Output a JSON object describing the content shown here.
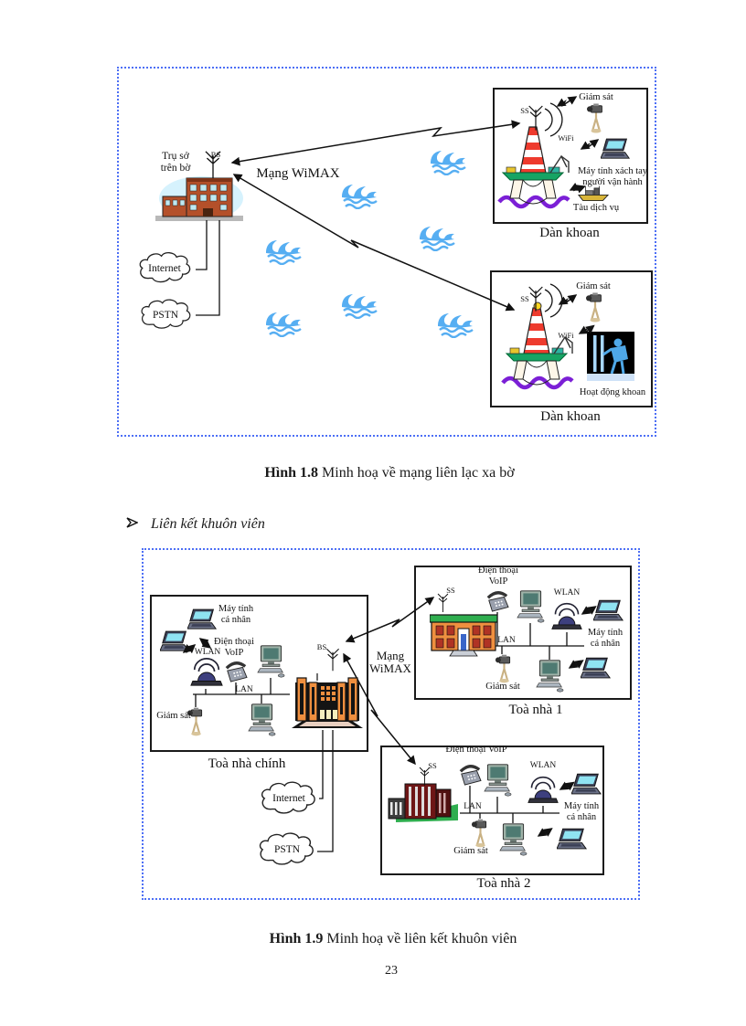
{
  "page_number": "23",
  "figure1": {
    "shore_label_line1": "Trụ sở",
    "shore_label_line2": "trên bờ",
    "bs_label": "BS",
    "network_label": "Mạng WiMAX",
    "internet_label": "Internet",
    "pstn_label": "PSTN",
    "top_rig": {
      "monitor_label": "Giám sát",
      "ss_label": "SS",
      "wifi_label": "WiFi",
      "laptop_label_line1": "Máy tính xách tay",
      "laptop_label_line2": "người vận hành",
      "ship_label": "Tàu dịch vụ",
      "caption": "Dàn khoan"
    },
    "bottom_rig": {
      "monitor_label": "Giám sát",
      "ss_label": "SS",
      "wifi_label": "WiFi",
      "drill_label": "Hoạt động khoan",
      "caption": "Dàn khoan"
    },
    "caption_bold": "Hình 1.8",
    "caption_text": "Minh hoạ về mạng liên lạc xa bờ"
  },
  "section": {
    "bullet_icon": "arrow-right-outline",
    "heading": "Liên kết khuôn viên"
  },
  "figure2": {
    "network_label_line1": "Mạng",
    "network_label_line2": "WiMAX",
    "internet_label": "Internet",
    "pstn_label": "PSTN",
    "main_building": {
      "pc_label_line1": "Máy tính",
      "pc_label_line2": "cá nhân",
      "voip_label_line1": "Điện thoại",
      "voip_label_line2": "VoIP",
      "wlan_label": "WLAN",
      "lan_label": "LAN",
      "monitor_label": "Giám sát",
      "bs_label": "BS",
      "caption": "Toà nhà chính"
    },
    "building1": {
      "voip_label_line1": "Điện thoại",
      "voip_label_line2": "VoIP",
      "wlan_label": "WLAN",
      "ss_label": "SS",
      "lan_label": "LAN",
      "pc_label_line1": "Máy tính",
      "pc_label_line2": "cá nhân",
      "monitor_label": "Giám sát",
      "caption": "Toà nhà 1"
    },
    "building2": {
      "voip_label": "Điện thoại VoIP",
      "ss_label": "SS",
      "wlan_label": "WLAN",
      "lan_label": "LAN",
      "pc_label_line1": "Máy tính",
      "pc_label_line2": "cá nhân",
      "monitor_label": "Giám sát",
      "caption": "Toà nhà 2"
    },
    "caption_bold": "Hình 1.9",
    "caption_text": "Minh hoạ về liên kết khuôn viên"
  },
  "colors": {
    "figure_border": "#4d6ff5",
    "wave_blue": "#56aef2",
    "rig_red": "#ee3b2e",
    "deck_green": "#16a464",
    "sea_purple": "#7b1fd6",
    "building_orange": "#ef8f3f",
    "roof_green": "#2fae4f"
  }
}
